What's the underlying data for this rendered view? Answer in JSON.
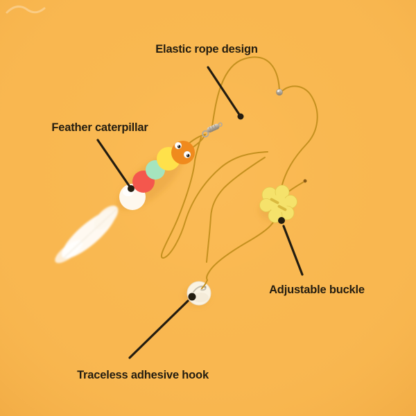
{
  "labels": {
    "elastic_rope": "Elastic rope design",
    "feather_caterpillar": "Feather caterpillar",
    "adjustable_buckle": "Adjustable buckle",
    "adhesive_hook": "Traceless adhesive hook"
  },
  "colors": {
    "background": "#F9B750",
    "rope": "#C4901F",
    "annotation": "#241D10",
    "buckle": "#F5E26B",
    "buckle_slit": "#D9B93F",
    "disc": "#FAF3E3",
    "feather": "#FFFFFF",
    "metal": "#B3AA9C",
    "rope_tip": "#8A5C16",
    "caterpillar": {
      "eye_white": "#FFFFFF",
      "eye_pupil": "#1A1A1A",
      "segments": [
        "#FEF8EE",
        "#F4574D",
        "#A5E4BE",
        "#FFE14A",
        "#F08A1D"
      ]
    }
  }
}
